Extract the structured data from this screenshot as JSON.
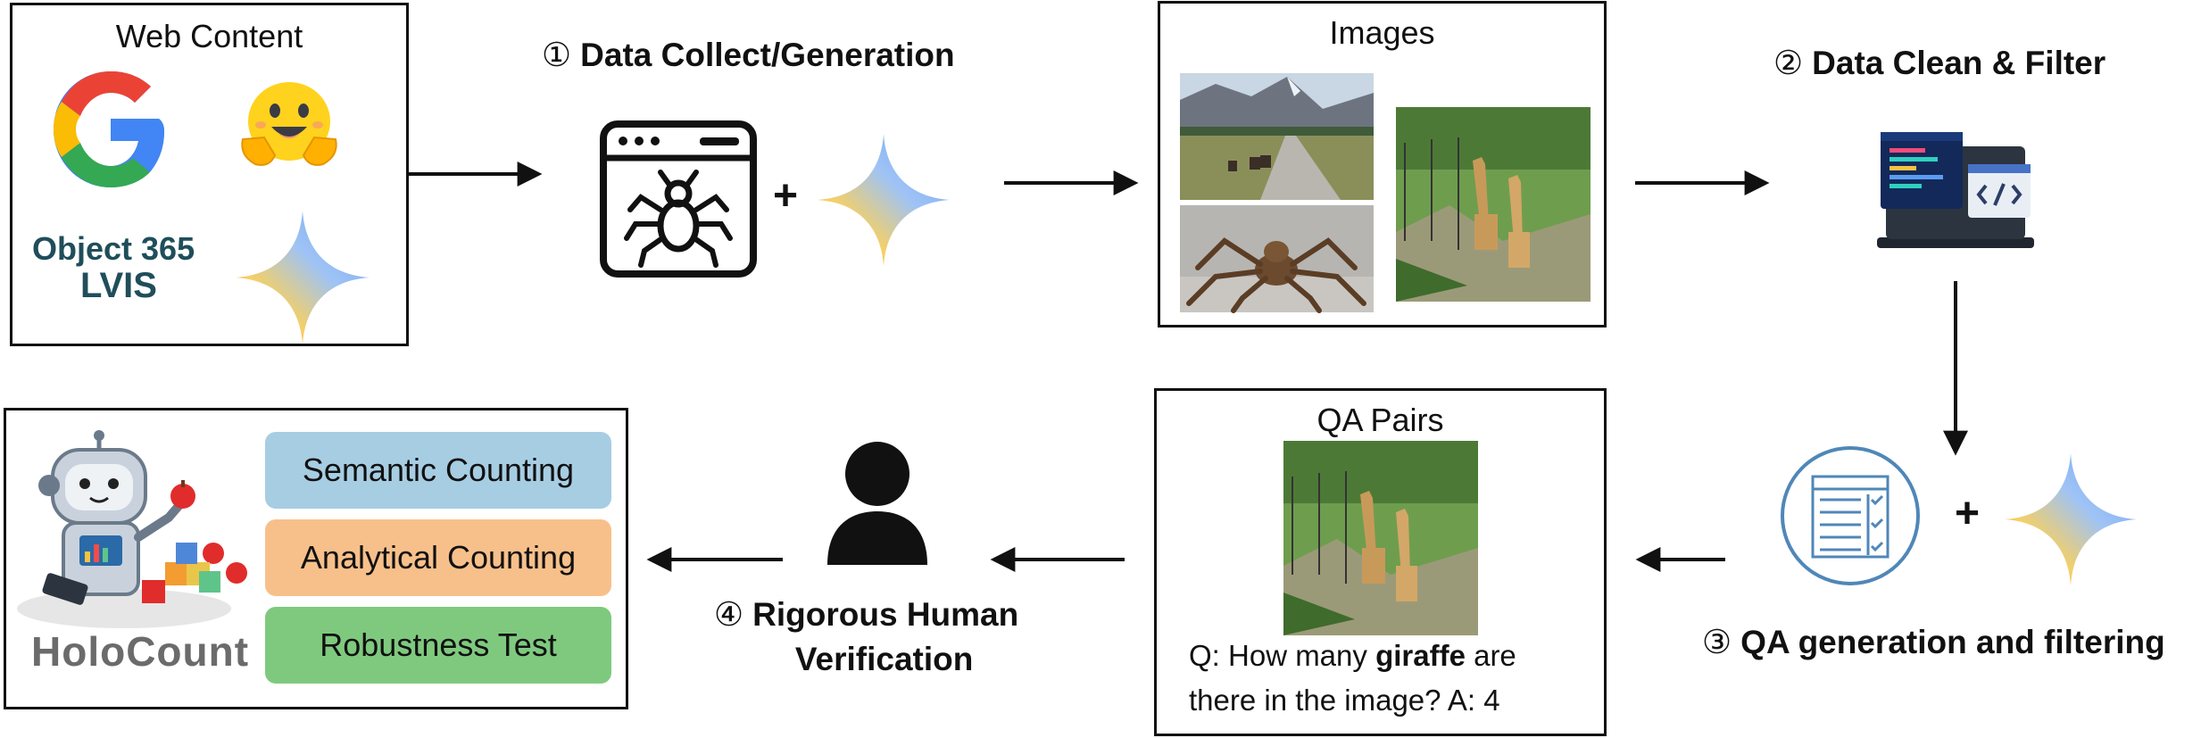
{
  "web_content": {
    "title": "Web Content",
    "google_letter": "G",
    "object365_label": "Object 365",
    "lvis_label": "LVIS"
  },
  "steps": {
    "step1": {
      "num": "①",
      "label": "Data Collect/Generation"
    },
    "step2": {
      "num": "②",
      "label": "Data Clean & Filter"
    },
    "step3": {
      "num": "③",
      "label": "QA generation and filtering"
    },
    "step4": {
      "num": "④",
      "label_line1": "Rigorous Human",
      "label_line2": "Verification"
    }
  },
  "images_box": {
    "title": "Images"
  },
  "qa_box": {
    "title": "QA Pairs",
    "question_prefix": "Q: How many ",
    "question_object": "giraffe",
    "question_suffix": " are there in the image? A: 4"
  },
  "holocount": {
    "name": "HoloCount",
    "pills": [
      {
        "label": "Semantic Counting",
        "color": "#a7cde3"
      },
      {
        "label": "Analytical Counting",
        "color": "#f7c08b"
      },
      {
        "label": "Robustness Test",
        "color": "#7fc97f"
      }
    ]
  },
  "plus_sign": "+",
  "colors": {
    "line": "#111111",
    "gemini_blue": "#6aa3f2",
    "gemini_pink": "#f26b82",
    "gemini_yellow": "#f6d064",
    "gemini_green": "#5fc48a"
  }
}
